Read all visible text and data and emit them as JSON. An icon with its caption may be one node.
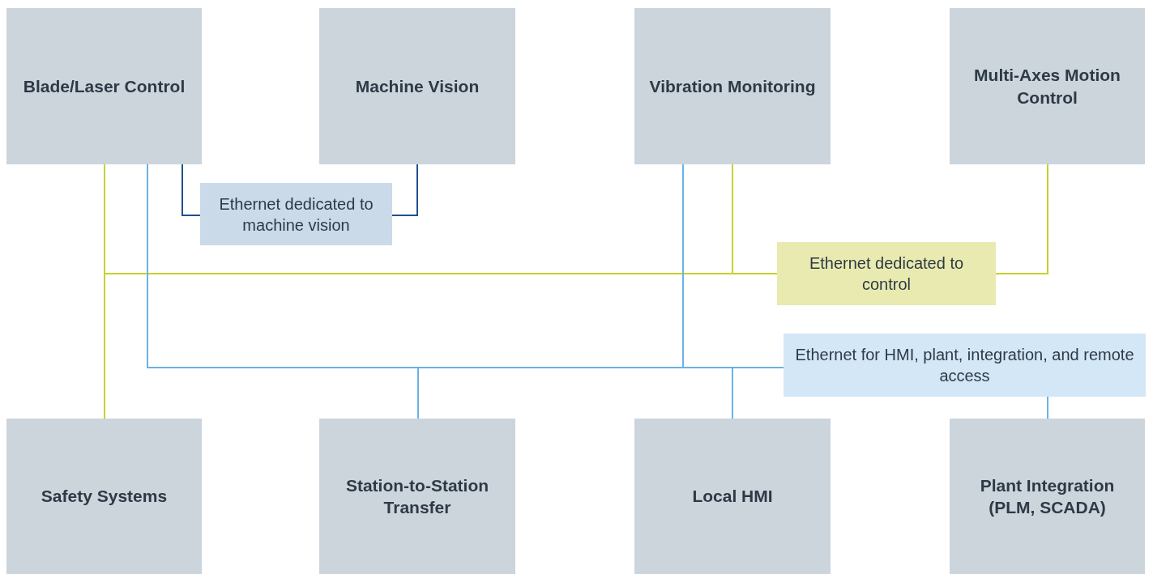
{
  "diagram": {
    "nodes": [
      {
        "text": [
          "Blade/Laser Control"
        ]
      },
      {
        "text": [
          "Machine Vision"
        ]
      },
      {
        "text": [
          "Vibration Monitoring"
        ]
      },
      {
        "text": [
          "Multi-Axes Motion Control"
        ]
      },
      {
        "text": [
          "Ethernet dedicated to machine vision"
        ]
      },
      {
        "text": [
          "Ethernet dedicated to control"
        ]
      },
      {
        "text": [
          "Ethernet for HMI, plant, integration, and remote access"
        ]
      },
      {
        "text": [
          "Safety Systems"
        ]
      },
      {
        "text": [
          "Station-to-Station Transfer"
        ]
      },
      {
        "text": [
          "Local HMI"
        ]
      },
      {
        "text": [
          "Plant Integration (PLM, SCADA)"
        ]
      }
    ],
    "edges": [
      {
        "from": 0,
        "to": 4,
        "arrow": "none",
        "color": "#1d4f91"
      },
      {
        "from": 1,
        "to": 4,
        "arrow": "none",
        "color": "#1d4f91"
      },
      {
        "from": 0,
        "to": 5,
        "arrow": "none",
        "color": "#c5d32b"
      },
      {
        "from": 7,
        "to": 5,
        "arrow": "none",
        "color": "#c5d32b"
      },
      {
        "from": 2,
        "to": 5,
        "arrow": "none",
        "color": "#c5d32b"
      },
      {
        "from": 3,
        "to": 5,
        "arrow": "none",
        "color": "#c5d32b"
      },
      {
        "from": 0,
        "to": 6,
        "arrow": "none"
      },
      {
        "from": 2,
        "to": 6,
        "arrow": "none"
      },
      {
        "from": 8,
        "to": 6,
        "arrow": "none"
      },
      {
        "from": 9,
        "to": 6,
        "arrow": "none"
      },
      {
        "from": 10,
        "to": 6,
        "arrow": "none"
      }
    ]
  }
}
